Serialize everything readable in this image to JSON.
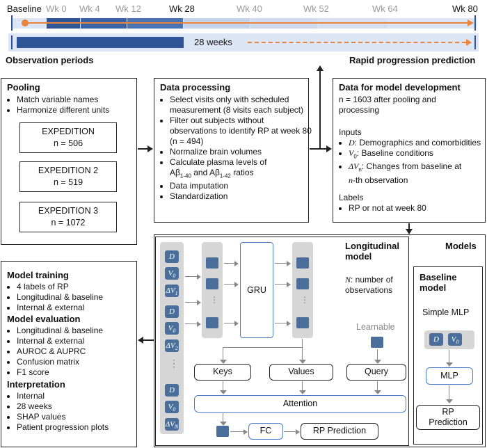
{
  "timeline": {
    "baseline": "Baseline",
    "weeks": [
      "Wk 0",
      "Wk 4",
      "Wk 12",
      "Wk 28",
      "Wk 40",
      "Wk 52",
      "Wk 64",
      "Wk 80"
    ],
    "bar_label": "28 weeks",
    "left_caption": "Observation periods",
    "right_caption": "Rapid progression prediction"
  },
  "pooling": {
    "title": "Pooling",
    "items": [
      "Match variable names",
      "Harmonize different units"
    ],
    "studies": [
      {
        "name": "EXPEDITION",
        "n": "n = 506"
      },
      {
        "name": "EXPEDITION 2",
        "n": "n = 519"
      },
      {
        "name": "EXPEDITION 3",
        "n": "n = 1072"
      }
    ]
  },
  "processing": {
    "title": "Data processing",
    "item1": "Select visits only with scheduled measurement (8 visits each subject)",
    "item2": "Filter out subjects without observations to identify RP at week 80 (n = 494)",
    "item3": "Normalize brain volumes",
    "item4_a": "Calculate plasma levels of",
    "item4_ab": "Aβ",
    "item4_s1": "1-40",
    "item4_and": " and Aβ",
    "item4_s2": "1-42",
    "item4_end": " ratios",
    "item5": "Data imputation",
    "item6": "Standardization"
  },
  "development": {
    "title": "Data for model development",
    "n_text": "n = 1603 after pooling and processing",
    "inputs_label": "Inputs",
    "d_sym": "D",
    "d_text": ": Demographics and comorbidities",
    "v0_sym": "V",
    "v0_sub": "0",
    "v0_text": ": Baseline conditions",
    "dv_sym": "ΔV",
    "dv_sub": "n",
    "dv_text": ": Changes from baseline at",
    "dv_n": "n",
    "dv_text2": "-th observation",
    "labels_label": "Labels",
    "label_item": "RP or not at week 80"
  },
  "training": {
    "title1": "Model training",
    "items1": [
      "4 labels of RP",
      "Longitudinal & baseline",
      "Internal & external"
    ],
    "title2": "Model evaluation",
    "items2": [
      "Longitudinal & baseline",
      "Internal & external",
      "AUROC & AUPRC",
      "Confusion matrix",
      "F1 score"
    ],
    "title3": "Interpretation",
    "items3": [
      "Internal",
      "28 weeks",
      "SHAP values",
      "Patient progression plots"
    ]
  },
  "models": {
    "title": "Models",
    "long_title": "Longitudinal model",
    "n_sym": "N",
    "n_text": ": number of observations",
    "gru": "GRU",
    "learnable": "Learnable",
    "keys": "Keys",
    "values": "Values",
    "query": "Query",
    "attention": "Attention",
    "fc": "FC",
    "rp_prediction": "RP Prediction",
    "tok_d": "D",
    "tok_v0": "V",
    "tok_v0_sub": "0",
    "tok_dv1": "ΔV",
    "tok_dv1_sub": "1",
    "tok_dv2": "ΔV",
    "tok_dv2_sub": "2",
    "tok_dvn": "ΔV",
    "tok_dvn_sub": "N",
    "dots": "⋮",
    "base_title": "Baseline model",
    "base_sub": "Simple MLP",
    "mlp": "MLP",
    "base_pred_line1": "RP",
    "base_pred_line2": "Prediction"
  },
  "colors": {
    "accent_blue": "#2f5597",
    "light_blue": "#dbe5f3",
    "orange": "#e8843c",
    "token_blue": "#4a6f9a",
    "box_blue": "#4a7bc4"
  }
}
